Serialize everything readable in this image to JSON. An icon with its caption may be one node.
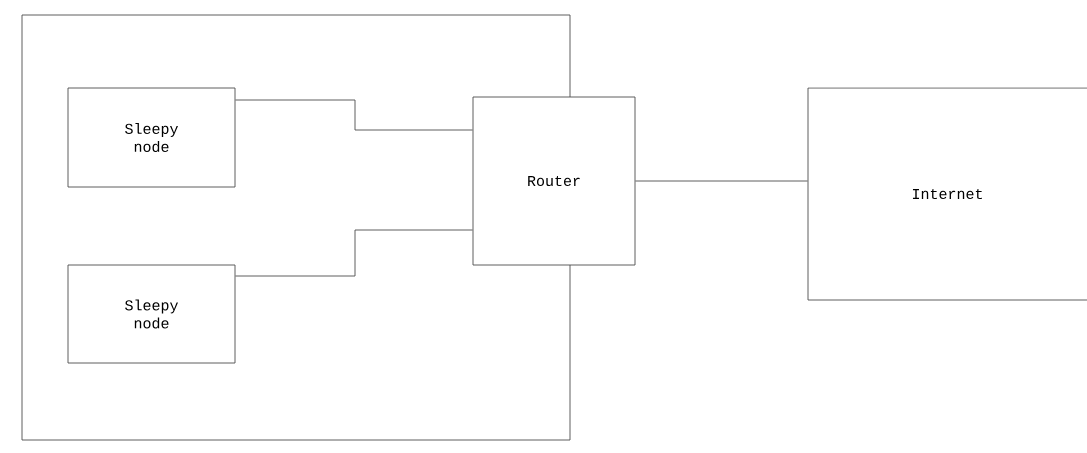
{
  "diagram": {
    "nodes": [
      {
        "text": [],
        "shape": "box"
      },
      {
        "text": [
          "Sleepy node"
        ],
        "in": 0
      },
      {
        "text": [
          "Sleepy node"
        ],
        "in": 0
      },
      {
        "text": [
          "Router"
        ]
      },
      {
        "text": [
          "Internet"
        ]
      }
    ],
    "edges": [
      {
        "from": 1,
        "to": 3,
        "arrow": "none"
      },
      {
        "from": 2,
        "to": 3,
        "arrow": "none"
      },
      {
        "from": 3,
        "to": 4,
        "arrow": "none"
      }
    ]
  }
}
